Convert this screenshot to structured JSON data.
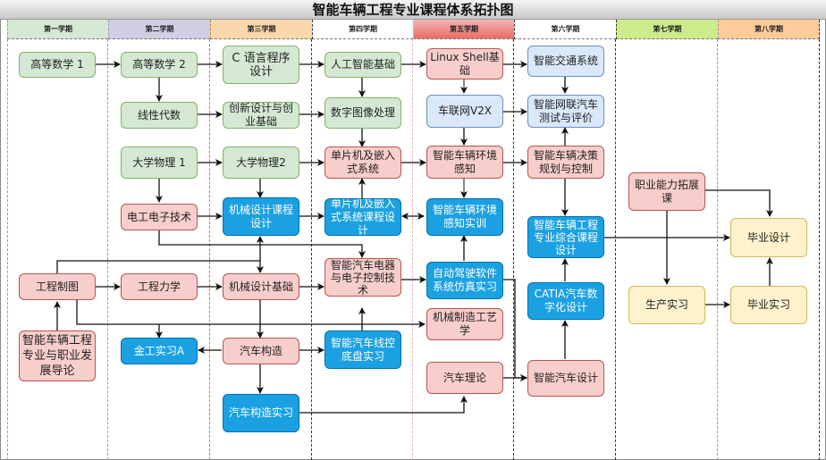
{
  "title": "智能车辆工程专业课程体系拓扑图",
  "semesters": [
    {
      "label": "第一学期",
      "color": "#d5e8d4",
      "divider": "#82b366"
    },
    {
      "label": "第二学期",
      "color": "#d0cee2",
      "divider": "#9c9ab8"
    },
    {
      "label": "第三学期",
      "color": "#fad7ac",
      "divider": "#c08040"
    },
    {
      "label": "第四学期",
      "color": "#ffffff",
      "divider": "#333333"
    },
    {
      "label": "第五学期",
      "color": "#ea6b66",
      "divider": "#e6b8b7"
    },
    {
      "label": "第六学期",
      "color": "#ffffff",
      "divider": "#333333"
    },
    {
      "label": "第七学期",
      "color": "#cdeb8b",
      "divider": "#333333"
    },
    {
      "label": "第八学期",
      "color": "#ffcc99",
      "divider": "#999999"
    }
  ],
  "courses": {
    "gdsx1": "高等数学 1",
    "gdsx2": "高等数学 2",
    "xxds": "线性代数",
    "dxwl1": "大学物理 1",
    "dgdz": "电工电子技术",
    "gczt": "工程制图",
    "gcls": "工程力学",
    "intro": "智能车辆工程专业与职业发展导论",
    "jgsx": "金工实习A",
    "cyy": "C 语言程序设计",
    "cxsj": "创新设计与创业基础",
    "dxwl2": "大学物理2",
    "jxkc": "机械设计课程设计",
    "jxjc": "机械设计基础",
    "qcgz": "汽车构造",
    "qcgzsx": "汽车构造实习",
    "rgzn": "人工智能基础",
    "szxx": "数字图像处理",
    "dpj": "单片机及嵌入式系统",
    "dpjkc": "单片机及嵌入式系统课程设计",
    "qcdq": "智能汽车电器与电子控制技术",
    "xkdp": "智能汽车线控底盘实习",
    "linux": "Linux Shell基础",
    "v2x": "车联网V2X",
    "hjgz": "智能车辆环境感知",
    "hjsx": "智能车辆环境感知实训",
    "zdjs": "自动驾驶软件系统仿真实习",
    "jxzz": "机械制造工艺学",
    "qcll": "汽车理论",
    "jtxt": "智能交通系统",
    "wlcs": "智能网联汽车测试与评价",
    "jcgh": "智能车辆决策规划与控制",
    "zhkc": "智能车辆工程专业综合课程设计",
    "catia": "CATIA汽车数字化设计",
    "qcsj": "智能汽车设计",
    "zynl": "职业能力拓展课",
    "scsx": "生产实习",
    "bysj": "毕业设计",
    "bysx": "毕业实习"
  }
}
